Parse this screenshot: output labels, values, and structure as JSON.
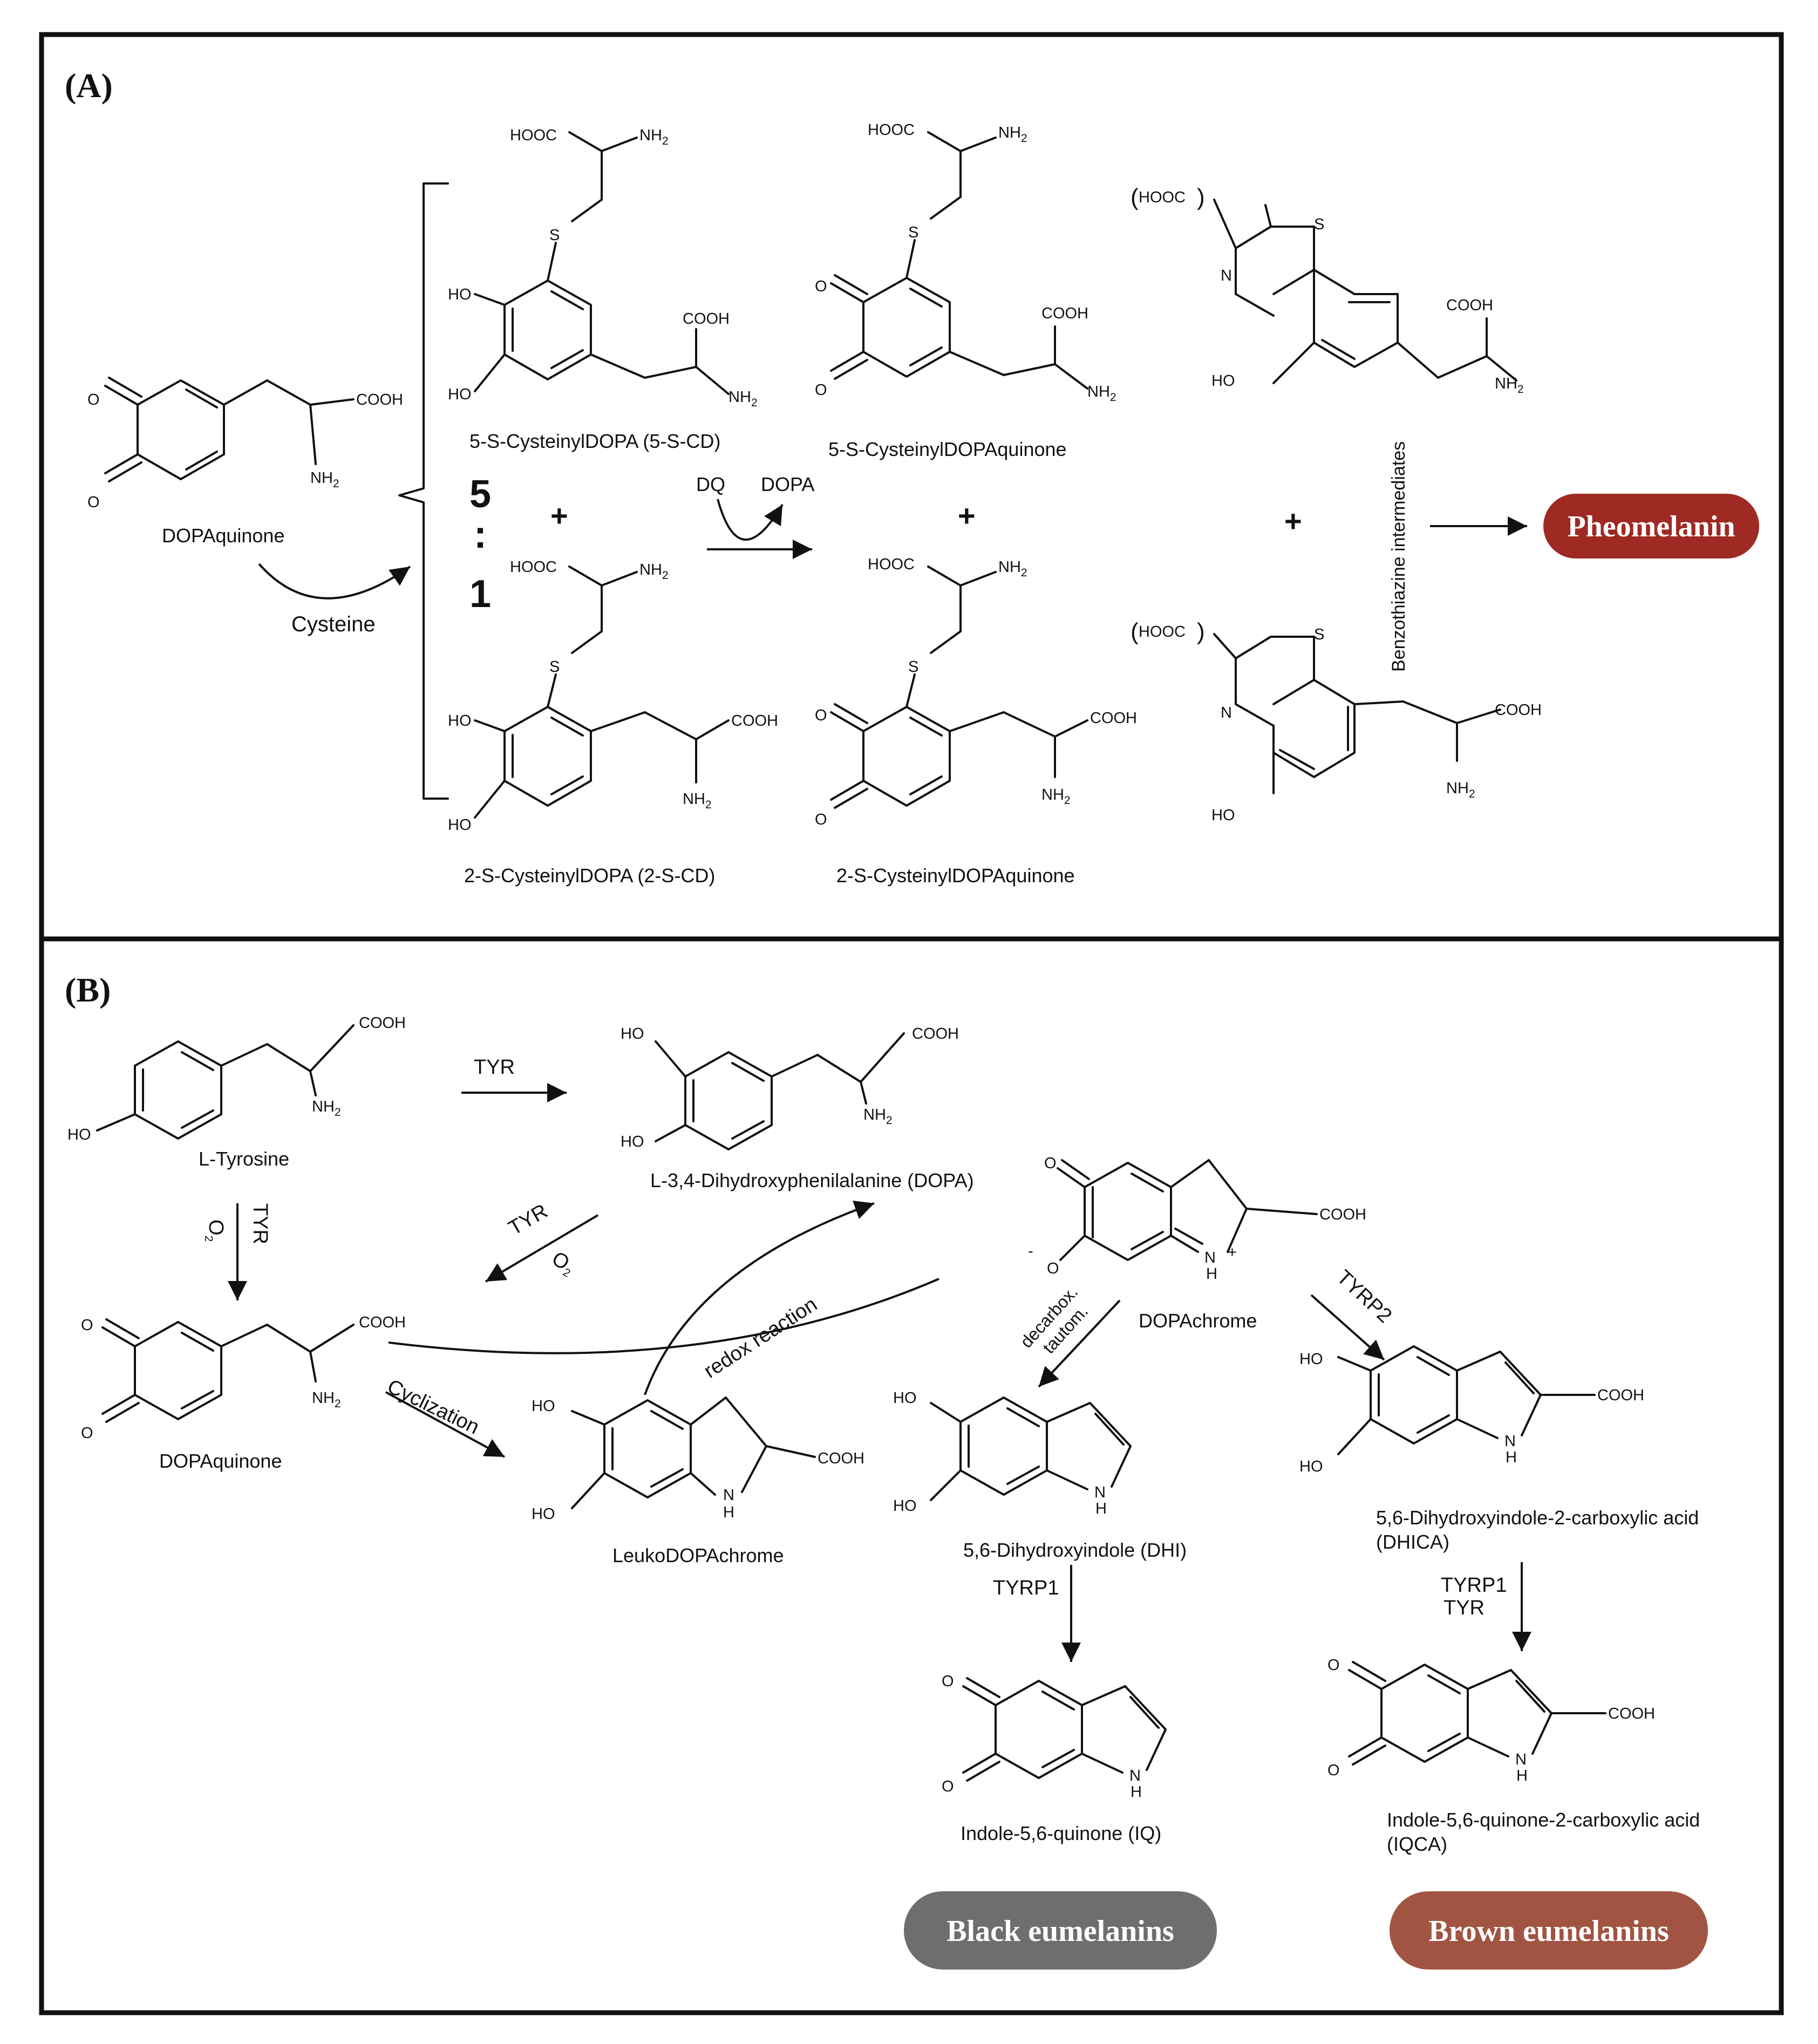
{
  "panels": {
    "a": {
      "label": "(A)"
    },
    "b": {
      "label": "(B)"
    }
  },
  "labels": {
    "dopaquinone": "DOPAquinone",
    "cysteine": "Cysteine",
    "cd5": "5-S-CysteinylDOPA (5-S-CD)",
    "cd2": "2-S-CysteinylDOPA (2-S-CD)",
    "cdq5": "5-S-CysteinylDOPAquinone",
    "cdq2": "2-S-CysteinylDOPAquinone",
    "benzothiazine": "Benzothiazine intermediates",
    "ratio_top": "5",
    "ratio_colon": ":",
    "ratio_bottom": "1",
    "plus": "+",
    "dq": "DQ",
    "dopa_cofactor": "DOPA",
    "tyrosine": "L-Tyrosine",
    "dopa_full": "L-3,4-Dihydroxyphenilalanine (DOPA)",
    "dopaquinone_b": "DOPAquinone",
    "leuko": "LeukoDOPAchrome",
    "dopachrome": "DOPAchrome",
    "dhi": "5,6-Dihydroxyindole (DHI)",
    "dhica_1": "5,6-Dihydroxyindole-2-carboxylic acid",
    "dhica_2": "(DHICA)",
    "iq": "Indole-5,6-quinone (IQ)",
    "iqca_1": "Indole-5,6-quinone-2-carboxylic acid",
    "iqca_2": "(IQCA)"
  },
  "enzymes": {
    "tyr": "TYR",
    "o2": "O",
    "o2_sub": "2",
    "tyrp1": "TYRP1",
    "tyrp2": "TYRP2",
    "cyclization": "Cyclization",
    "redox": "redox reaction",
    "decarbox_1": "decarbox.",
    "decarbox_2": "tautom."
  },
  "atoms": {
    "cooh": "COOH",
    "hooc": "HOOC",
    "nh": "NH",
    "nh_sub": "2",
    "ho": "HO",
    "o": "O",
    "s": "S",
    "n": "N",
    "h": "H",
    "open_paren": "(",
    "close_paren": ")",
    "minus": "-",
    "plus": "+"
  },
  "outcomes": {
    "pheomelanin": "Pheomelanin",
    "black": "Black eumelanins",
    "brown": "Brown eumelanins"
  },
  "colors": {
    "pheomelanin": "#9e2a23",
    "black": "#6e6e6e",
    "brown": "#a15442",
    "frame": "#111111"
  }
}
